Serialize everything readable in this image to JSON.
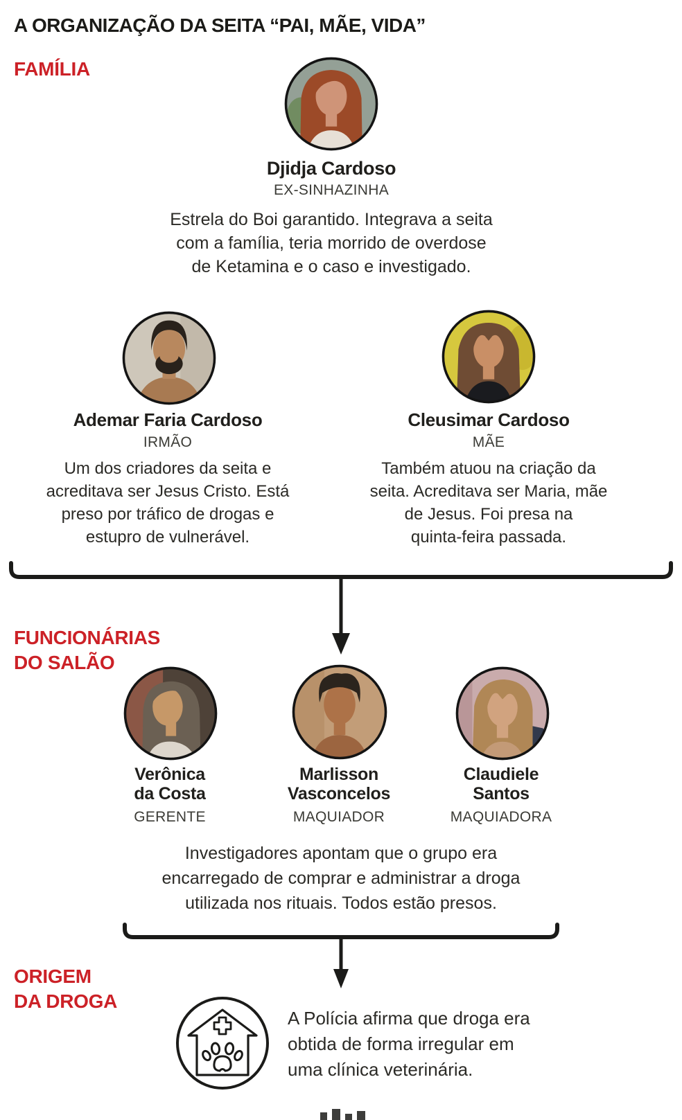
{
  "accent": "#cc2127",
  "line_color": "#1b1b19",
  "text_color": "#26261f",
  "photo_border": "#141414",
  "title": "A ORGANIZAÇÃO DA SEITA “PAI, MÃE, VIDA”",
  "familia": {
    "label": "FAMÍLIA",
    "lead": {
      "name": "Djidja Cardoso",
      "role": "EX-SINHAZINHA",
      "desc": [
        "Estrela do Boi garantido. Integrava a seita",
        "com a família, teria morrido de overdose",
        "de Ketamina e o caso e investigado."
      ],
      "av": {
        "bg": "#94a096",
        "bg2": "#6d8a5b",
        "hair": "#9c4a28",
        "skin": "#cf9478",
        "top": "#e7e0d6"
      }
    },
    "members": [
      {
        "name": "Ademar Faria Cardoso",
        "role": "IRMÃO",
        "desc": [
          "Um dos criadores da seita e",
          "acreditava ser Jesus Cristo. Está",
          "preso por tráfico de drogas e",
          "estupro de vulnerável."
        ],
        "av": {
          "bg": "#cec7ba",
          "bg2": "#bdb4a4",
          "hair": "#29221b",
          "skin": "#b8885e",
          "top": "#a87a52"
        }
      },
      {
        "name": "Cleusimar Cardoso",
        "role": "MÃE",
        "desc": [
          "Também atuou na criação da",
          "seita. Acreditava ser Maria, mãe",
          "de Jesus. Foi presa na",
          "quinta-feira passada."
        ],
        "av": {
          "bg": "#d6c83e",
          "bg2": "#c5b32c",
          "hair": "#6f4c34",
          "skin": "#c98f66",
          "top": "#1a1b1f"
        }
      }
    ]
  },
  "funcionarias": {
    "label_lines": [
      "FUNCIONÁRIAS",
      "DO SALÃO"
    ],
    "members": [
      {
        "name_lines": [
          "Verônica",
          "da Costa"
        ],
        "role": "GERENTE",
        "av": {
          "bg": "#4e4238",
          "bg2": "#8e5847",
          "hair": "#6b6053",
          "skin": "#c69868",
          "top": "#ddd6cc"
        }
      },
      {
        "name_lines": [
          "Marlisson",
          "Vasconcelos"
        ],
        "role": "MAQUIADOR",
        "av": {
          "bg": "#c29d78",
          "bg2": "#b28a62",
          "hair": "#2b241d",
          "skin": "#ad7248",
          "top": "#9c6540"
        }
      },
      {
        "name_lines": [
          "Claudiele",
          "Santos"
        ],
        "role": "MAQUIADORA",
        "av": {
          "bg": "#c9abac",
          "bg2": "#b59193",
          "hair": "#b08756",
          "skin": "#d1a37f",
          "top": "#c39a77",
          "prop": "#323a4c"
        }
      }
    ],
    "desc": [
      "Investigadores apontam que o grupo era",
      "encarregado de comprar e administrar a droga",
      "utilizada nos rituais. Todos estão presos."
    ]
  },
  "origem": {
    "label_lines": [
      "ORIGEM",
      "DA DROGA"
    ],
    "icon": "vet-clinic-icon",
    "desc": [
      "A Polícia afirma que droga era",
      "obtida de forma irregular em",
      "uma clínica veterinária."
    ]
  }
}
